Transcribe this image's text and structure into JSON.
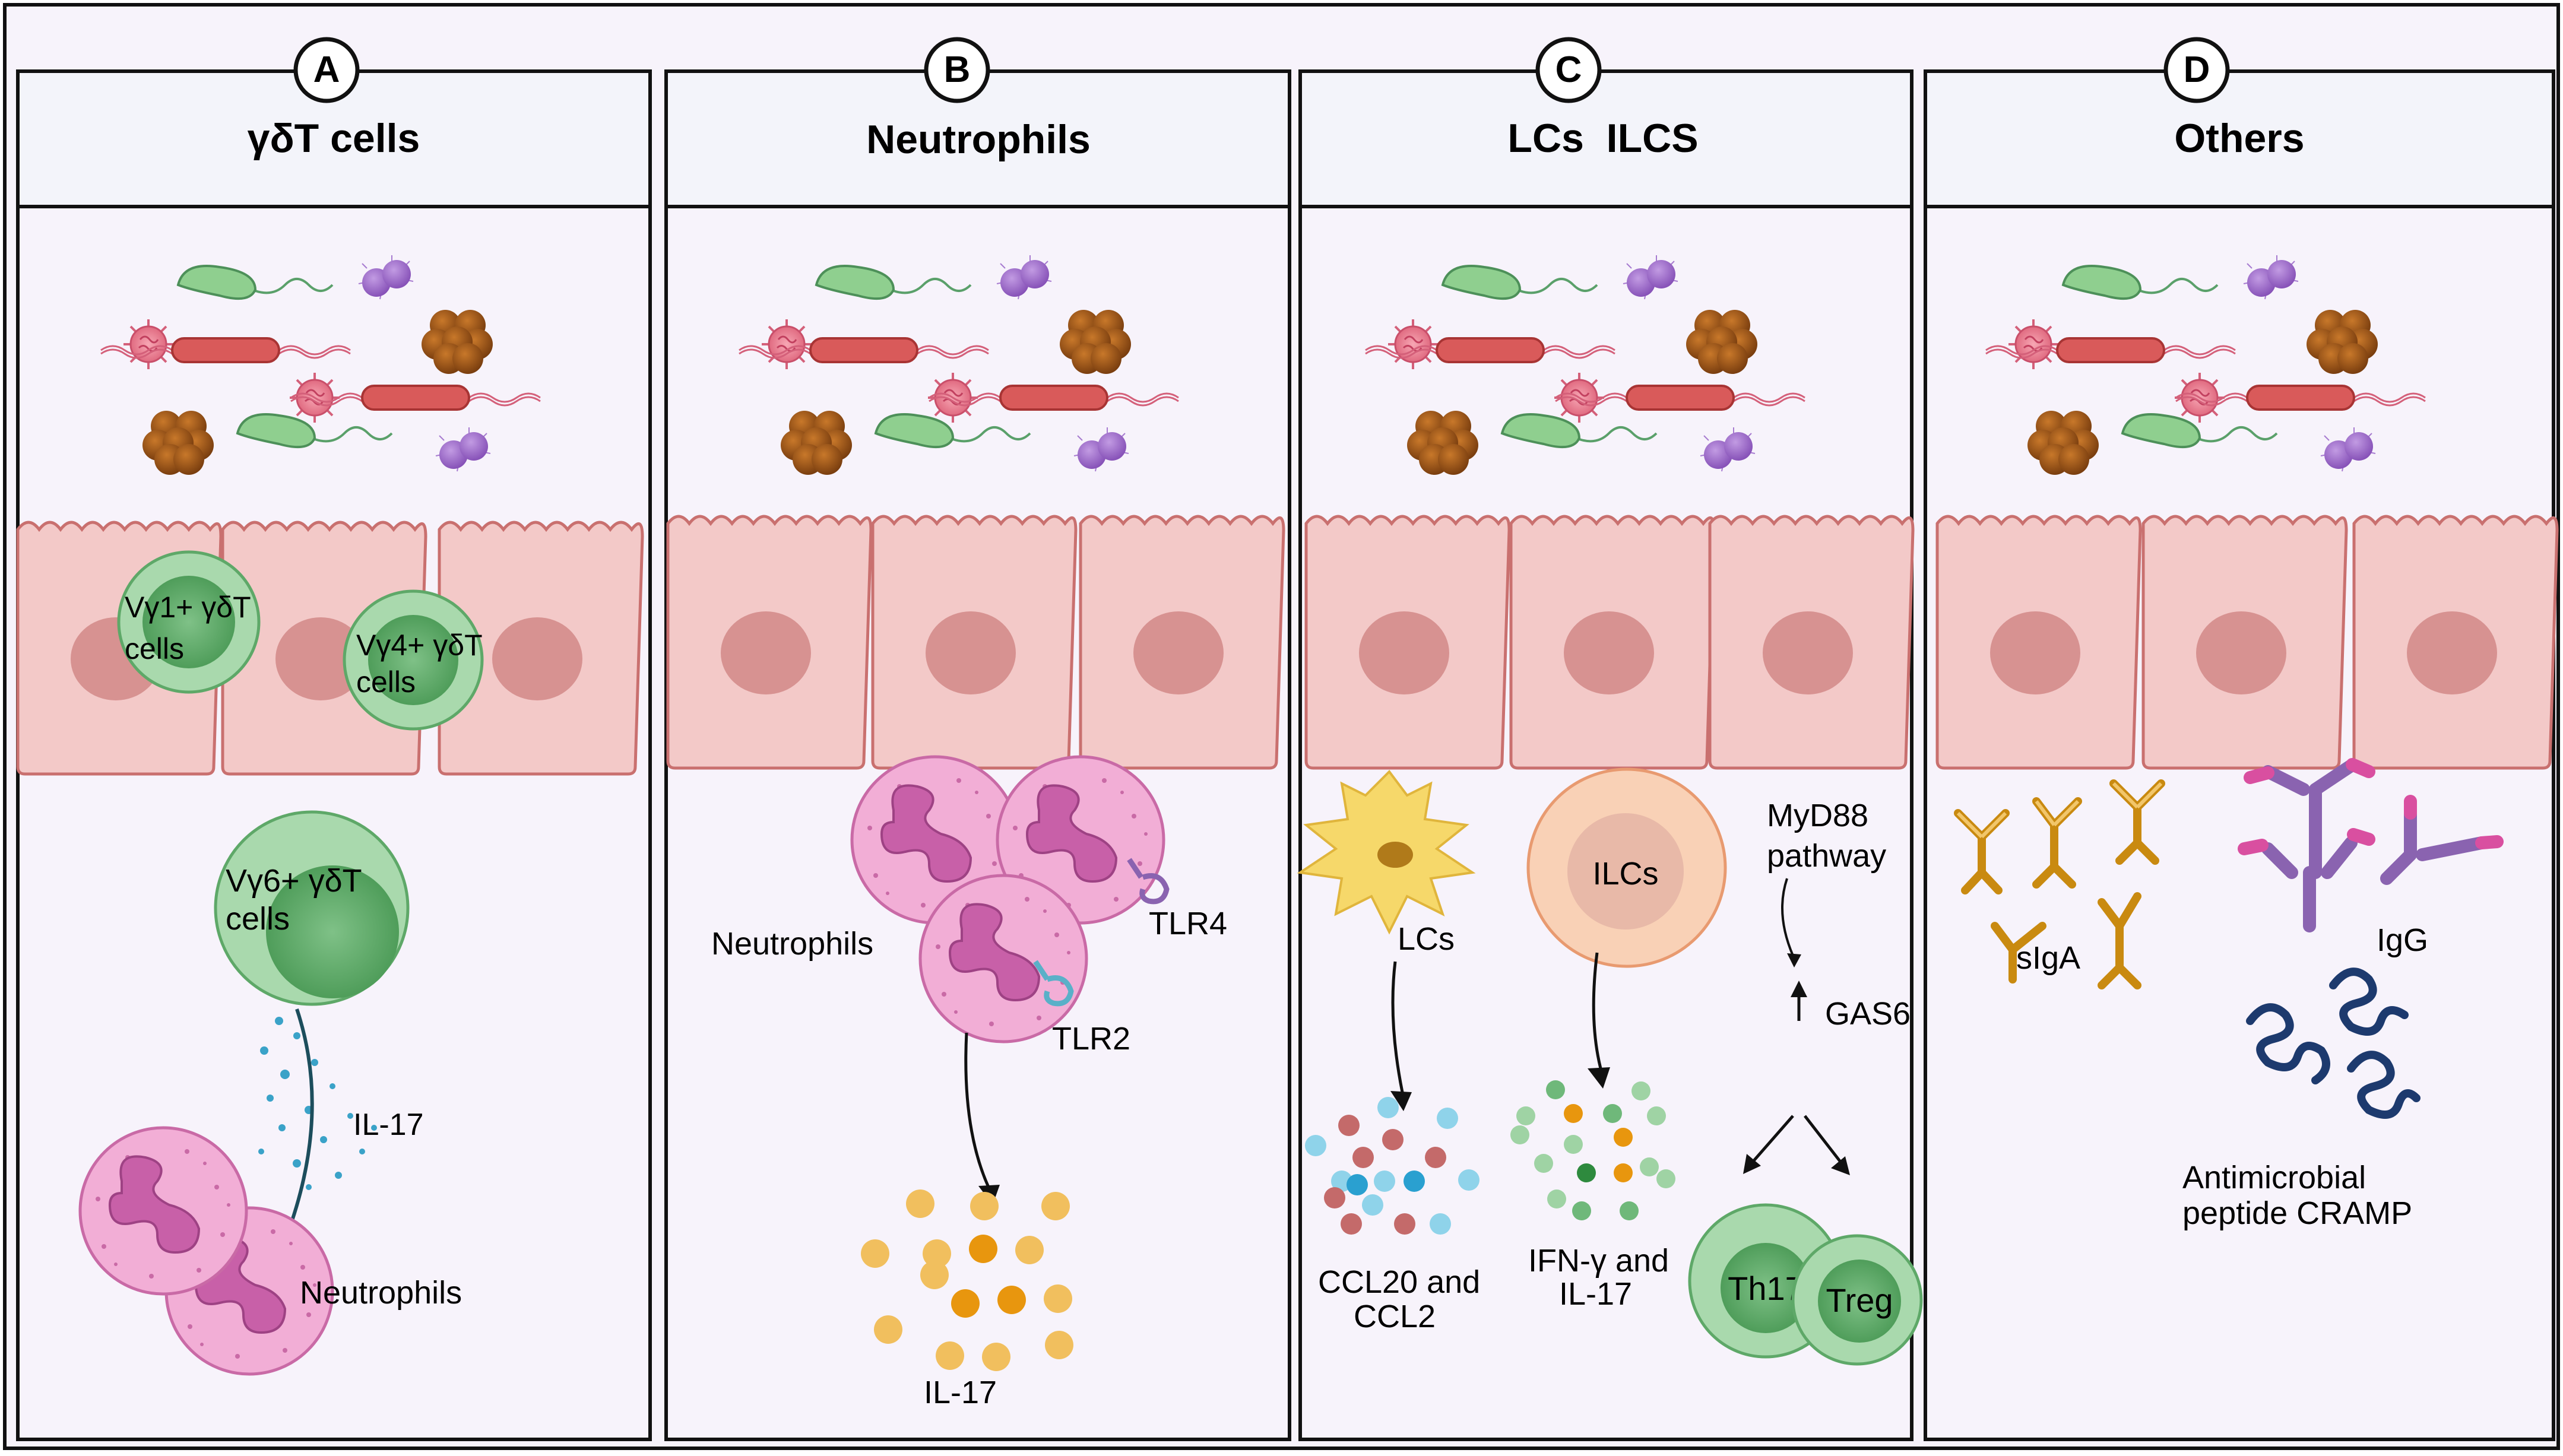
{
  "panels": [
    {
      "letter": "A",
      "title": "γδT cells"
    },
    {
      "letter": "B",
      "title": "Neutrophils"
    },
    {
      "letter": "C",
      "title": "LCs  ILCS"
    },
    {
      "letter": "D",
      "title": "Others"
    }
  ],
  "panelA": {
    "vg1_line1": "Vγ1+ γδT",
    "vg1_line2": "cells",
    "vg4_line1": "Vγ4+ γδT",
    "vg4_line2": "cells",
    "vg6_line1": "Vγ6+ γδT",
    "vg6_line2": "cells",
    "il17": "IL-17",
    "neutrophils": "Neutrophils"
  },
  "panelB": {
    "neutrophils": "Neutrophils",
    "tlr4": "TLR4",
    "tlr2": "TLR2",
    "il17": "IL-17"
  },
  "panelC": {
    "lcs": "LCs",
    "ilcs": "ILCs",
    "myd88_line1": "MyD88",
    "myd88_line2": "pathway",
    "gas6": "GAS6",
    "ccl_line1": "CCL20 and",
    "ccl_line2": "CCL2",
    "ifn_line1": "IFN-γ and",
    "ifn_line2": "IL-17",
    "th17": "Th17",
    "treg": "Treg"
  },
  "panelD": {
    "siga": "sIgA",
    "igg": "IgG",
    "amp_line1": "Antimicrobial",
    "amp_line2": "peptide CRAMP"
  },
  "colors": {
    "epithelium": "#f3c9c8",
    "nucleus": "#d79291",
    "tcell": "#9fd3a4",
    "neutrophil": "#ee9fcf",
    "lc": "#f6d86a",
    "ilc": "#f8cba8",
    "antibody_iga": "#e2a427",
    "antibody_igg": "#8a63b0",
    "cramp": "#1d3a6e"
  }
}
